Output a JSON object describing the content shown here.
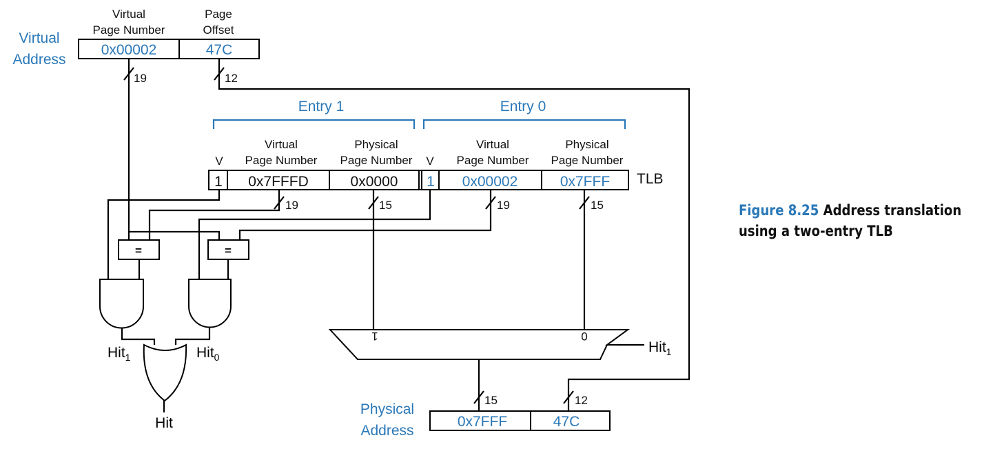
{
  "colors": {
    "accent": "#2a78b8",
    "ink": "#111111"
  },
  "virtual_address": {
    "title_line1": "Virtual",
    "title_line2": "Address",
    "vpn_header_line1": "Virtual",
    "vpn_header_line2": "Page Number",
    "offset_header_line1": "Page",
    "offset_header_line2": "Offset",
    "vpn_value": "0x00002",
    "offset_value": "47C",
    "vpn_width": "19",
    "offset_width": "12"
  },
  "tlb": {
    "label": "TLB",
    "entry1": {
      "title": "Entry 1",
      "v_header": "V",
      "vpn_header_line1": "Virtual",
      "vpn_header_line2": "Page Number",
      "ppn_header_line1": "Physical",
      "ppn_header_line2": "Page Number",
      "v_value": "1",
      "vpn_value": "0x7FFFD",
      "ppn_value": "0x0000",
      "vpn_width": "19",
      "ppn_width": "15"
    },
    "entry0": {
      "title": "Entry 0",
      "v_header": "V",
      "vpn_header_line1": "Virtual",
      "vpn_header_line2": "Page Number",
      "ppn_header_line1": "Physical",
      "ppn_header_line2": "Page Number",
      "v_value": "1",
      "vpn_value": "0x00002",
      "ppn_value": "0x7FFF",
      "vpn_width": "19",
      "ppn_width": "15"
    }
  },
  "comparators": {
    "symbol": "="
  },
  "hit_signals": {
    "hit1": "Hit",
    "hit0": "Hit",
    "hit1_sub": "1",
    "hit0_sub": "0",
    "hit": "Hit"
  },
  "mux": {
    "input1": "1",
    "input0": "0",
    "select": "Hit",
    "select_sub": "1"
  },
  "physical_address": {
    "title_line1": "Physical",
    "title_line2": "Address",
    "ppn_value": "0x7FFF",
    "offset_value": "47C",
    "ppn_width": "15",
    "offset_width": "12"
  },
  "caption": {
    "number": "Figure 8.25",
    "text": "Address translation using a two-entry TLB"
  }
}
